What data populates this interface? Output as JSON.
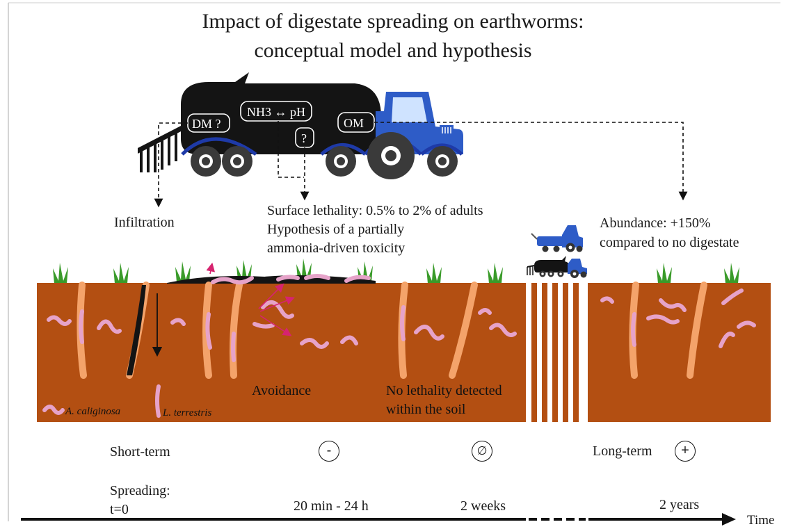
{
  "title": {
    "line1": "Impact of digestate spreading on earthworms:",
    "line2": "conceptual model and hypothesis"
  },
  "tank_labels": {
    "dm": "DM ?",
    "nh3_ph": "NH3 ↔ pH",
    "question": "?",
    "om": "OM"
  },
  "annotations": {
    "infiltration": "Infiltration",
    "surface_lethality_1": "Surface lethality: 0.5% to 2% of adults",
    "surface_lethality_2": "Hypothesis of a partially",
    "surface_lethality_3": "ammonia-driven toxicity",
    "abundance_1": "Abundance: +150%",
    "abundance_2": "compared to no digestate"
  },
  "soil_labels": {
    "avoidance": "Avoidance",
    "no_lethality_1": "No lethality detected",
    "no_lethality_2": "within the soil",
    "species_a": "A. caliginosa",
    "species_l": "L. terrestris"
  },
  "effects": {
    "short_term": "Short-term",
    "negative_symbol": "-",
    "null_symbol": "∅",
    "long_term": "Long-term",
    "positive_symbol": "+"
  },
  "timeline": {
    "spreading_1": "Spreading:",
    "spreading_2": "t=0",
    "t1": "20 min - 24 h",
    "t2": "2 weeks",
    "t3": "2 years",
    "axis_label": "Time"
  },
  "colors": {
    "soil": "#b34f12",
    "root": "#f4a36a",
    "worm": "#e6a3c9",
    "grass": "#3a9b2a",
    "tank": "#141414",
    "tractor": "#2e5cc7",
    "arrow_pink": "#d6246f"
  }
}
